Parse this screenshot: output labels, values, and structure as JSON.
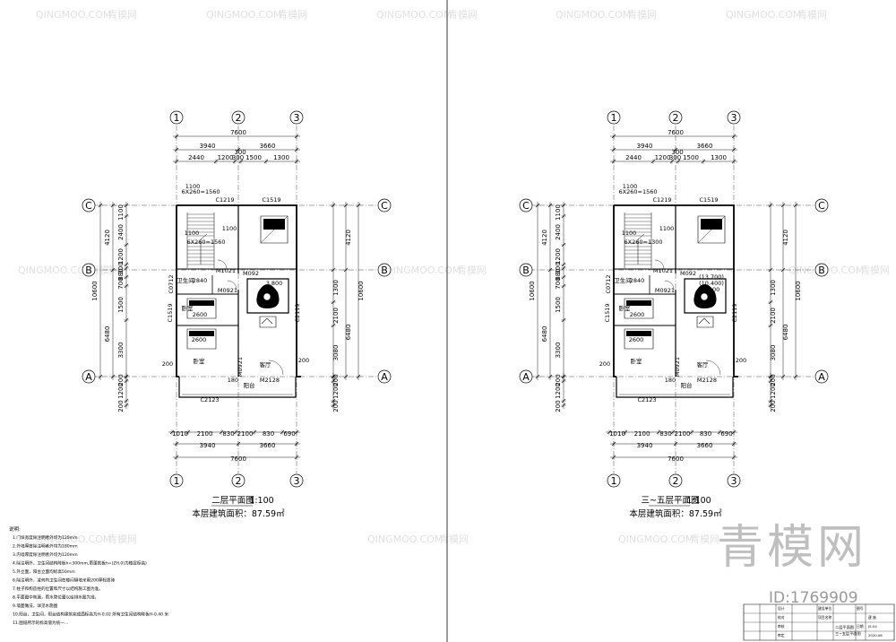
{
  "plans": [
    {
      "title": "二层平面图",
      "scale": "1:100",
      "area": "本层建筑面积：87.59㎡",
      "top_total": "7600",
      "top_mid": [
        "3940",
        "3660"
      ],
      "top_fine": [
        "2440",
        "1200",
        "300",
        "1500",
        "1300"
      ],
      "top_extra": "300",
      "bot_fine": [
        "1010",
        "2100",
        "830",
        "2100",
        "830",
        "690"
      ],
      "bot_mid": [
        "3940",
        "3660"
      ],
      "bot_total": "7600",
      "left_total": "10600",
      "left_mid": [
        "4120",
        "6480"
      ],
      "left_fine": [
        "1100",
        "2400",
        "1200",
        "300",
        "880",
        "700",
        "1500",
        "3300"
      ],
      "left_bottom": [
        "200",
        "1200",
        "200"
      ],
      "right_total": "10600",
      "right_mid": [
        "4120",
        "6480"
      ],
      "right_fine": [
        "1300",
        "2100",
        "3080"
      ],
      "right_bottom": [
        "200",
        "1200",
        "200"
      ],
      "grid_cols": [
        "1",
        "2",
        "3"
      ],
      "grid_rows": [
        "C",
        "B",
        "A"
      ],
      "stair_labels": [
        "1100",
        "6X260=1560",
        "C1219",
        "1100",
        "6X260=1560",
        "1100"
      ],
      "labels": {
        "c1519_top": "C1519",
        "m1021": "M1021",
        "m0921_a": "M0921",
        "m0921_b": "M0921",
        "m092": "M092",
        "c0712": "C0712",
        "bath": "卫生间",
        "bath_dim": "2840",
        "level": "3.800",
        "c1519_left": "C1519",
        "c2119": "C2119",
        "bedroom1": "卧室",
        "bedroom2": "卧室",
        "living": "客厅",
        "bedroom_dim": "2600",
        "bedroom_dim2": "2600",
        "m0921_c": "M0921",
        "d200_a": "200",
        "d200_b": "200",
        "d180": "180",
        "m2128": "M2128",
        "balcony": "阳台",
        "c2123": "C2123",
        "d1200": "1200"
      },
      "elevations": []
    },
    {
      "title": "三~五层平面图",
      "scale": "1:100",
      "area": "本层建筑面积：87.59㎡",
      "top_total": "7600",
      "top_mid": [
        "3940",
        "3660"
      ],
      "top_fine": [
        "2440",
        "1200",
        "300",
        "1500",
        "1300"
      ],
      "top_extra": "300",
      "bot_fine": [
        "1010",
        "2100",
        "830",
        "2100",
        "830",
        "690"
      ],
      "bot_mid": [
        "3940",
        "3660"
      ],
      "bot_total": "7600",
      "left_total": "10600",
      "left_mid": [
        "4120",
        "6480"
      ],
      "left_fine": [
        "1100",
        "2400",
        "1200",
        "300",
        "880",
        "700",
        "1500",
        "3300"
      ],
      "left_bottom": [
        "200",
        "1200",
        "200"
      ],
      "right_total": "10600",
      "right_mid": [
        "4120",
        "6480"
      ],
      "right_fine": [
        "1300",
        "2100",
        "3080"
      ],
      "right_bottom": [
        "200",
        "1200",
        "200"
      ],
      "grid_cols": [
        "1",
        "2",
        "3"
      ],
      "grid_rows": [
        "C",
        "B",
        "A"
      ],
      "stair_labels": [
        "1100",
        "6X260=1560",
        "C1219",
        "1100",
        "6X260=1300",
        "1100"
      ],
      "labels": {
        "c1519_top": "C1519",
        "m1021": "M1021",
        "m0921_a": "M0921",
        "m0921_b": "M0921",
        "m092": "M092",
        "c0712": "C0712",
        "bath": "卫生间",
        "bath_dim": "2840",
        "level": "",
        "c1519_left": "C1519",
        "c2119": "C2119",
        "bedroom1": "卧室",
        "bedroom2": "卧室",
        "living": "客厅",
        "bedroom_dim": "2600",
        "bedroom_dim2": "2600",
        "m0921_c": "M0921",
        "d200_a": "200",
        "d200_b": "200",
        "d180": "180",
        "m2128": "M2128",
        "balcony": "阳台",
        "c2123": "C2123",
        "d1200": "1200"
      },
      "elevations": [
        "(13.700)",
        "(10.400)",
        "7.100"
      ]
    }
  ],
  "notes": {
    "heading": "说明:",
    "items": [
      "1.门垛宽度除注明者外均为120mm",
      "2.外墙厚度除注明者外均为180mm",
      "3.内墙厚度除注明者外均为120mm",
      "4.除注明外，卫生间结构降板h=300mm,雨蓬就板h=(ZH.0)为楼层标高)",
      "5.外立面，阳台立面均标高50mm",
      "6.除注明外，凌何内卫生间在楼间隔墙米用200厚轻质砖",
      "7.柱子和构造柱的位置和尺寸以结构施工图为准。",
      "8.平面图中地漏，雨水管位置以给排水图为准。",
      "9.墙面做法，详见水施图",
      "10.阳台，卫生间，阳台结构建筑完成面标高为H-0.02 所有卫生间结构降板H-0.40 米",
      "11.图纸所示的标高值为统一..."
    ]
  },
  "title_block": {
    "drawing_name_1": "二层平面图",
    "drawing_name_2": "三~五层平面图",
    "cells": [
      "建设单位",
      "项目名称",
      "设计",
      "校对",
      "审核",
      "审定",
      "图号",
      "建 施",
      "JS-04",
      "日期",
      "2020.06"
    ]
  },
  "watermark": {
    "logo_text": "青模网",
    "id_text": "ID:1769909",
    "small_url": "QINGMOO.COM",
    "small_cn": "青模网"
  }
}
